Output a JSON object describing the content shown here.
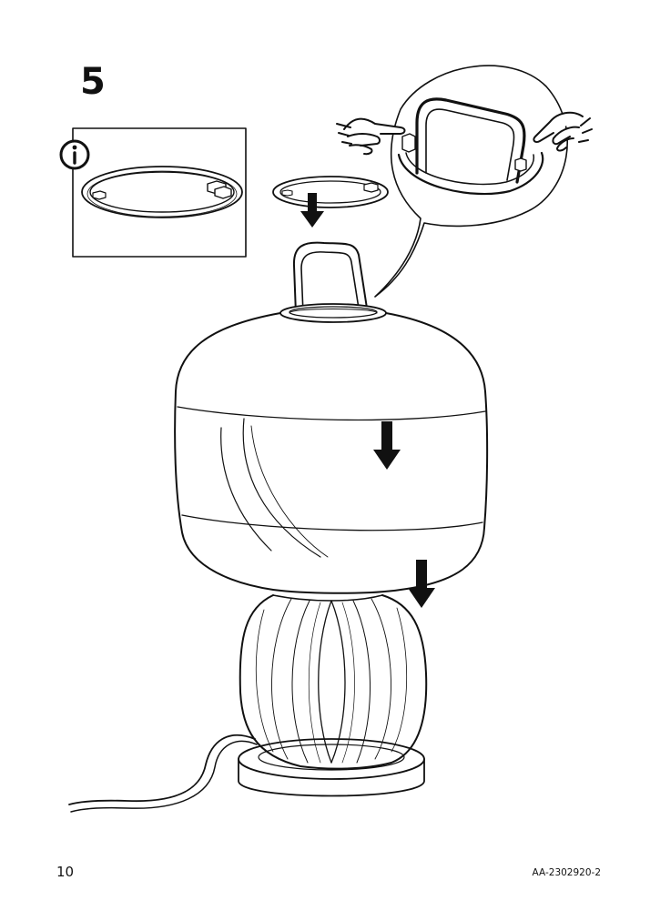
{
  "step": {
    "number": "5"
  },
  "info_box": {
    "icon": "info-icon"
  },
  "footer": {
    "page_number": "10",
    "document_code": "AA-2302920-2"
  },
  "icons": {
    "arrows": "down-arrow-icon",
    "hands": "pointing-hand-icon"
  }
}
